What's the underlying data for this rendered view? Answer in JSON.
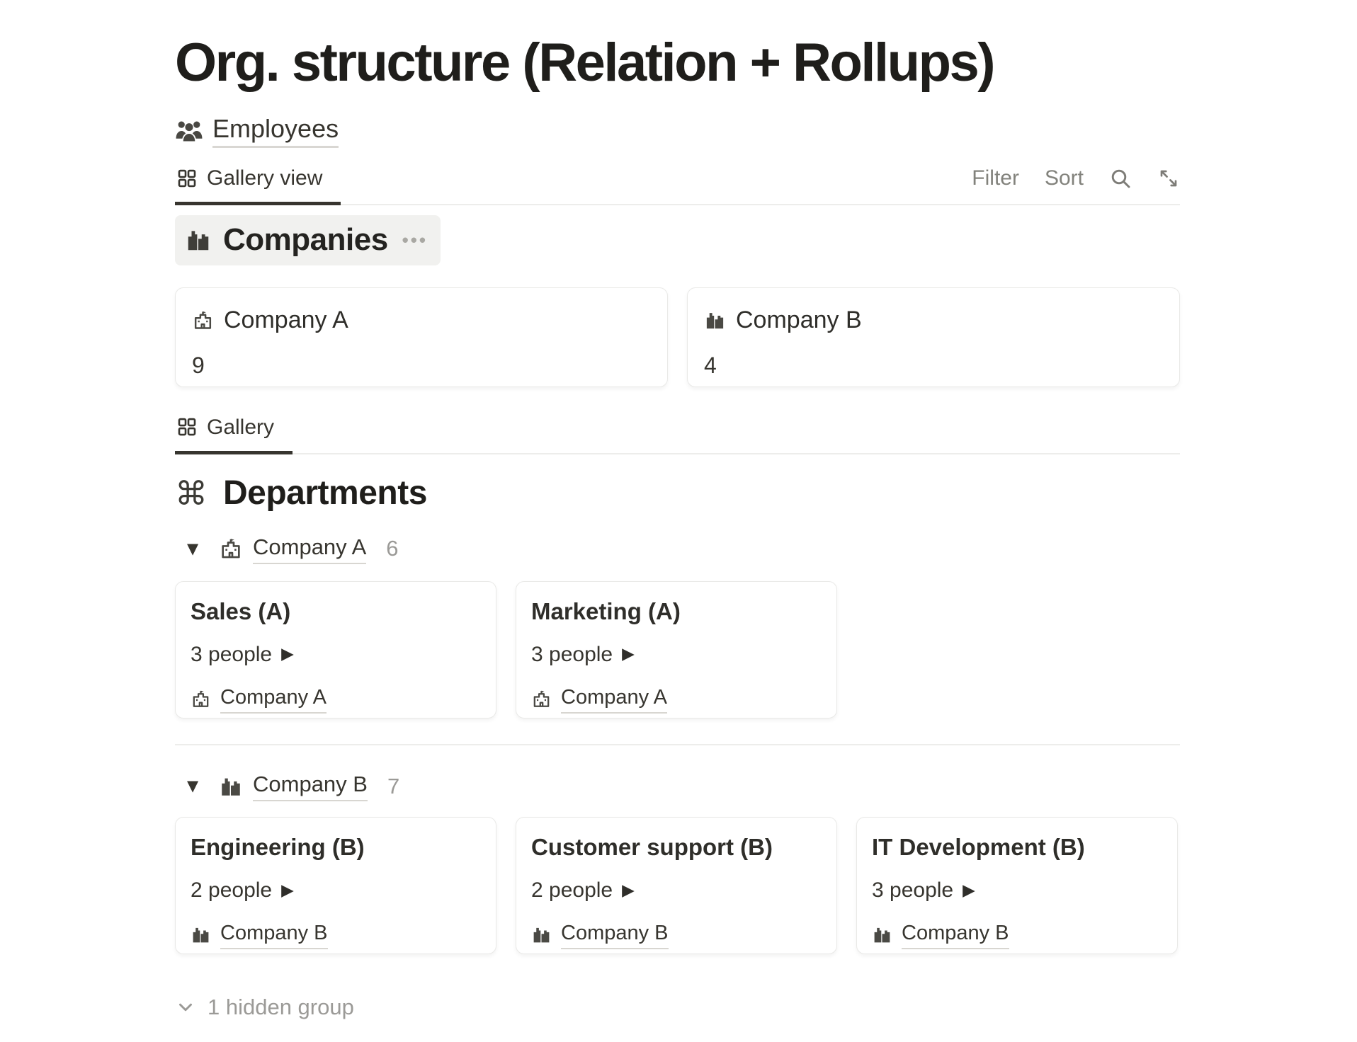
{
  "colors": {
    "text": "#37352f",
    "title_text": "#1f1e1b",
    "muted_gray": "#9b9a97",
    "toolbar_gray": "#82827c",
    "pill_background": "#f1f1ef",
    "card_border": "#e9e9e7",
    "active_tab_underline": "#37352f"
  },
  "page": {
    "title": "Org. structure (Relation + Rollups)"
  },
  "breadcrumb": {
    "label": "Employees",
    "icon": "people-group-icon"
  },
  "companies_view": {
    "tab": {
      "label": "Gallery view",
      "icon": "grid-icon"
    },
    "toolbar": {
      "filter": "Filter",
      "sort": "Sort",
      "search_icon": "magnifier",
      "expand_icon": "diagonal-expand-arrows"
    },
    "group": {
      "name": "Companies",
      "icon": "office-building-icon",
      "more": "•••"
    },
    "cards": [
      {
        "icon": "school-building-icon",
        "title": "Company A",
        "rollup_value": "9"
      },
      {
        "icon": "office-building-icon",
        "title": "Company B",
        "rollup_value": "4"
      }
    ]
  },
  "departments_view": {
    "tab": {
      "label": "Gallery",
      "icon": "grid-icon"
    },
    "heading": {
      "icon": "command-icon",
      "icon_glyph": "⌘",
      "text": "Departments"
    },
    "groups": [
      {
        "toggle_glyph": "▼",
        "icon": "school-building-icon",
        "name": "Company A",
        "count": "6",
        "cards": [
          {
            "title": "Sales (A)",
            "people": "3 people",
            "arrow_glyph": "▶",
            "company": "Company A",
            "company_icon": "school-building-icon"
          },
          {
            "title": "Marketing (A)",
            "people": "3 people",
            "arrow_glyph": "▶",
            "company": "Company A",
            "company_icon": "school-building-icon"
          }
        ]
      },
      {
        "toggle_glyph": "▼",
        "icon": "office-building-icon",
        "name": "Company B",
        "count": "7",
        "cards": [
          {
            "title": "Engineering (B)",
            "people": "2 people",
            "arrow_glyph": "▶",
            "company": "Company B",
            "company_icon": "office-building-icon"
          },
          {
            "title": "Customer support (B)",
            "people": "2 people",
            "arrow_glyph": "▶",
            "company": "Company B",
            "company_icon": "office-building-icon"
          },
          {
            "title": "IT Development (B)",
            "people": "3 people",
            "arrow_glyph": "▶",
            "company": "Company B",
            "company_icon": "office-building-icon"
          }
        ]
      }
    ],
    "hidden_group": {
      "label": "1 hidden group",
      "icon": "chevron-down-icon"
    }
  }
}
